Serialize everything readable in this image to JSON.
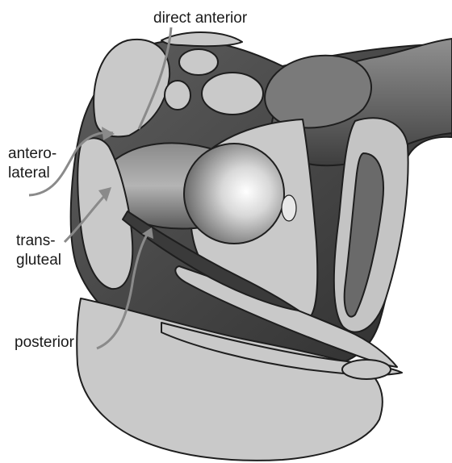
{
  "labels": {
    "direct_anterior": "direct anterior",
    "antero_1": "antero-",
    "antero_2": "lateral",
    "trans_1": "trans-",
    "trans_2": "gluteal",
    "posterior": "posterior"
  },
  "colors": {
    "background": "#ffffff",
    "light_tissue": "#c9c9c9",
    "dark_tissue": "#4a4a4a",
    "mid_tissue": "#6e6e6e",
    "outline": "#1e1e1e",
    "arrow": "#8a8a8a"
  }
}
